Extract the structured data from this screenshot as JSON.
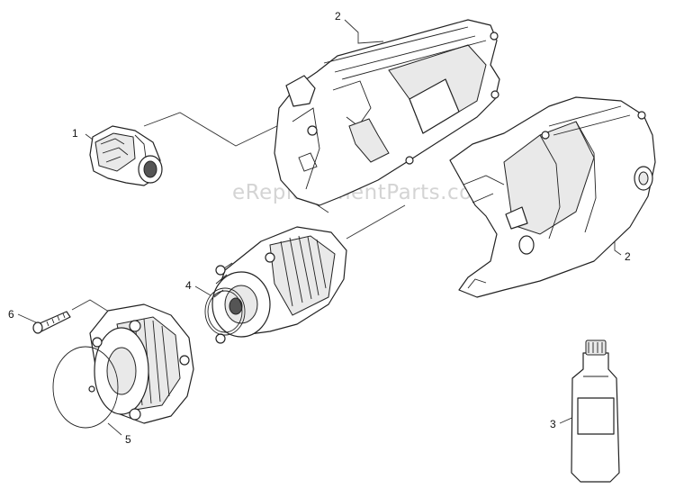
{
  "watermark": "eReplacementParts.com",
  "callouts": [
    {
      "id": "callout-1",
      "label": "1"
    },
    {
      "id": "callout-2-top",
      "label": "2"
    },
    {
      "id": "callout-2-right",
      "label": "2"
    },
    {
      "id": "callout-3",
      "label": "3"
    },
    {
      "id": "callout-4",
      "label": "4"
    },
    {
      "id": "callout-5",
      "label": "5"
    },
    {
      "id": "callout-6",
      "label": "6"
    }
  ]
}
